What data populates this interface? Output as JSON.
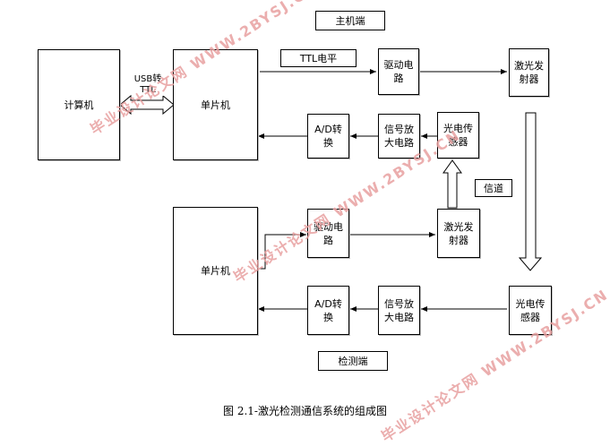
{
  "header": {
    "host_end": "主机端",
    "detect_end": "检测端",
    "ttl_level": "TTL电平",
    "channel": "信道"
  },
  "blocks": {
    "computer": "计算机",
    "usb_ttl": "USB转\nTTL",
    "mcu_top": "单片机",
    "mcu_bottom": "单片机",
    "driver_top": "驱动电\n路",
    "laser_top": "激光发\n射器",
    "ad_top": "A/D转\n换",
    "amp_top": "信号放\n大电路",
    "pd_top": "光电传\n感器",
    "driver_bottom": "驱动电\n路",
    "laser_bottom": "激光发\n射器",
    "ad_bottom": "A/D转\n换",
    "amp_bottom": "信号放\n大电路",
    "pd_bottom": "光电传\n感器"
  },
  "caption": "图 2.1-激光检测通信系统的组成图",
  "watermarks": [
    "毕业设计论文网",
    "WWW.2BYSJ.CN"
  ]
}
